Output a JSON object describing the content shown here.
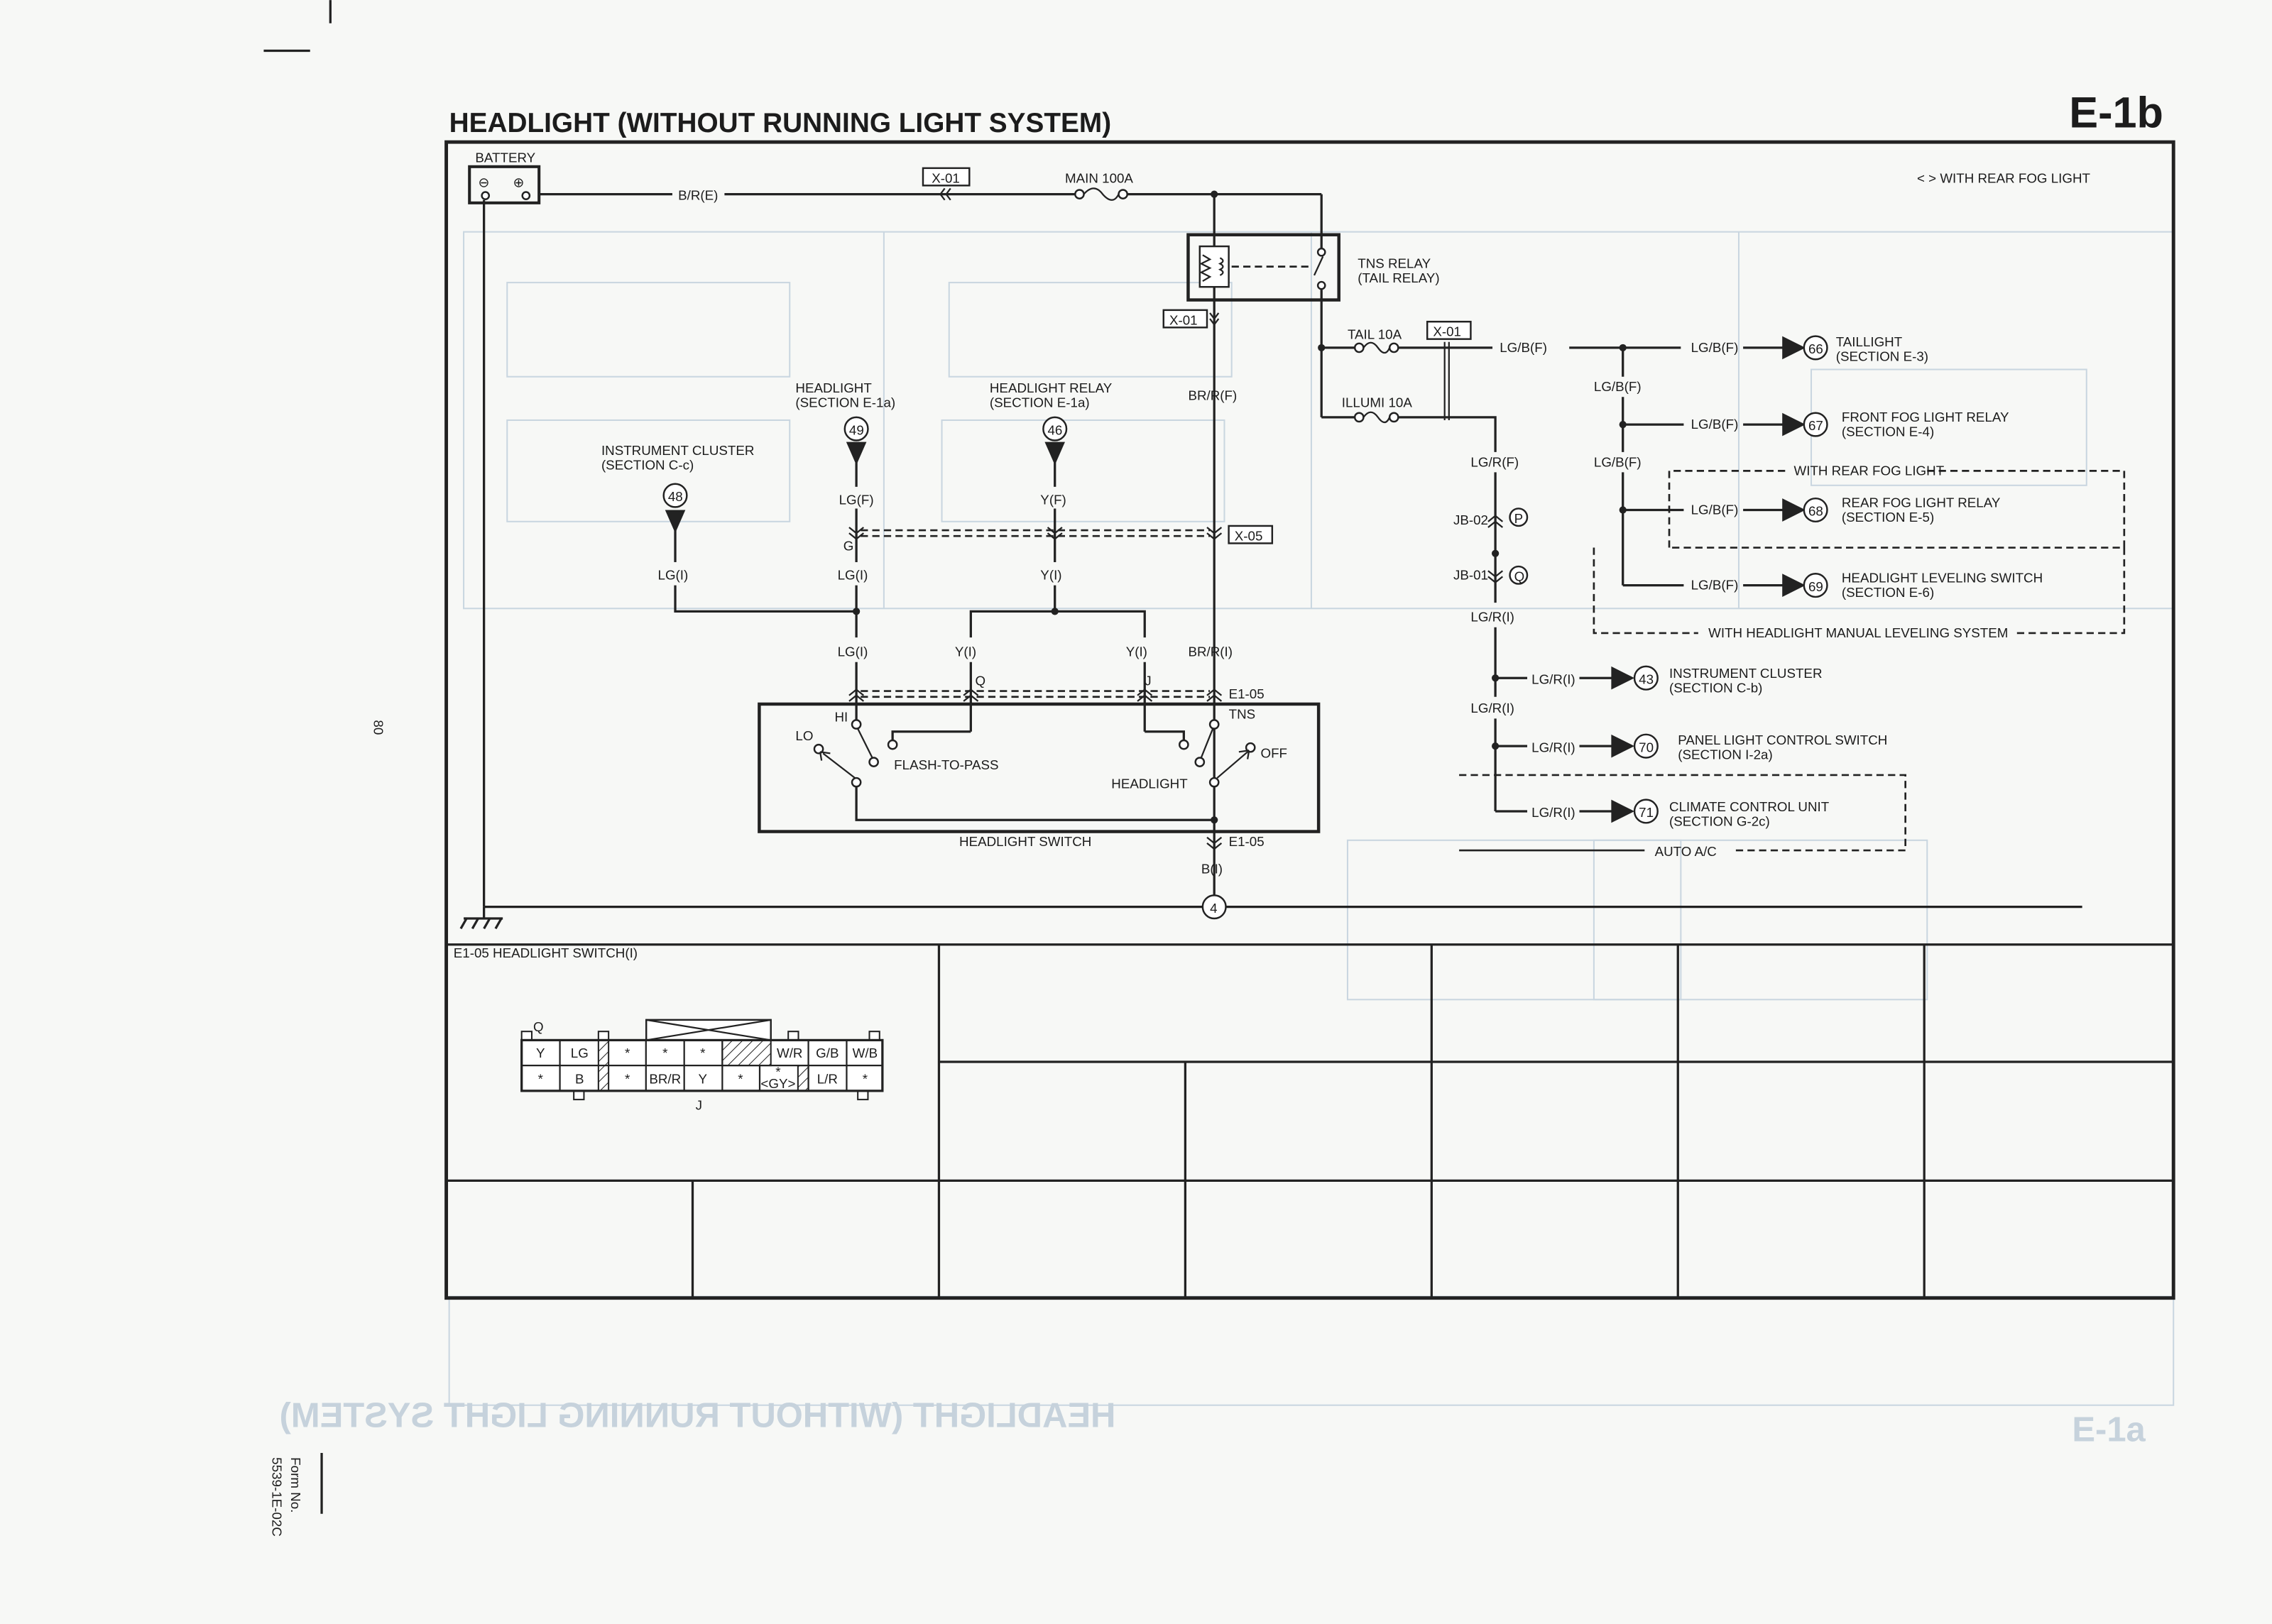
{
  "header": {
    "title": "HEADLIGHT (WITHOUT RUNNING LIGHT SYSTEM)",
    "page_code": "E-1b",
    "page_number": "80",
    "form_no_label": "Form No.",
    "form_no": "5539-1E-02C",
    "mirror_title": "HEADLIGHT (WITHOUT RUNNING LIGHT SYSTEM)",
    "mirror_code": "E-1a"
  },
  "legend": {
    "rear_fog_note": "< > WITH REAR FOG LIGHT"
  },
  "battery": {
    "label": "BATTERY",
    "neg": "⊖",
    "pos": "⊕"
  },
  "wires": {
    "br_r_e": "B/R(E)",
    "x01_a": "X-01",
    "main_fuse": "MAIN 100A",
    "x01_b": "X-01",
    "br_r_f": "BR/R(F)",
    "x05": "X-05",
    "lg_f": "LG(F)",
    "y_f": "Y(F)",
    "g": "G",
    "lg_i_1": "LG(I)",
    "lg_i_2": "LG(I)",
    "y_i_1": "Y(I)",
    "lg_i_3": "LG(I)",
    "y_i_2": "Y(I)",
    "y_i_3": "Y(I)",
    "br_r_i": "BR/R(I)",
    "q": "Q",
    "j": "J",
    "e1_05_top": "E1-05",
    "e1_05_bot": "E1-05",
    "b_i": "B(I)",
    "ground_ref": "4",
    "tail_fuse": "TAIL 10A",
    "x01_c": "X-01",
    "illumi_fuse": "ILLUMI 10A",
    "lg_b_f_1": "LG/B(F)",
    "lg_b_f_2": "LG/B(F)",
    "lg_b_f_3": "LG/B(F)",
    "lg_b_f_4": "LG/B(F)",
    "lg_b_f_5": "LG/B(F)",
    "lg_b_f_6": "LG/B(F)",
    "lg_b_f_7": "LG/B(F)",
    "lg_r_f": "LG/R(F)",
    "jb02": "JB-02",
    "jb02_pin": "P",
    "jb01": "JB-01",
    "jb01_pin": "Q",
    "lg_r_i_1": "LG/R(I)",
    "lg_r_i_2": "LG/R(I)",
    "lg_r_i_3": "LG/R(I)",
    "lg_r_i_4": "LG/R(I)",
    "lg_r_i_5": "LG/R(I)"
  },
  "relay": {
    "name": "TNS RELAY",
    "alt": "(TAIL RELAY)"
  },
  "refs_left": [
    {
      "num": "48",
      "name": "INSTRUMENT CLUSTER",
      "section": "(SECTION C-c)"
    },
    {
      "num": "49",
      "name": "HEADLIGHT",
      "section": "(SECTION E-1a)"
    },
    {
      "num": "46",
      "name": "HEADLIGHT RELAY",
      "section": "(SECTION E-1a)"
    }
  ],
  "refs_right": [
    {
      "num": "66",
      "name": "TAILLIGHT",
      "section": "(SECTION E-3)"
    },
    {
      "num": "67",
      "name": "FRONT FOG LIGHT RELAY",
      "section": "(SECTION E-4)"
    },
    {
      "num": "68",
      "name": "REAR FOG LIGHT RELAY",
      "section": "(SECTION E-5)"
    },
    {
      "num": "69",
      "name": "HEADLIGHT LEVELING SWITCH",
      "section": "(SECTION E-6)"
    },
    {
      "num": "43",
      "name": "INSTRUMENT CLUSTER",
      "section": "(SECTION C-b)"
    },
    {
      "num": "70",
      "name": "PANEL LIGHT CONTROL SWITCH",
      "section": "(SECTION I-2a)"
    },
    {
      "num": "71",
      "name": "CLIMATE CONTROL UNIT",
      "section": "(SECTION G-2c)"
    }
  ],
  "option_boxes": {
    "rear_fog": "WITH REAR FOG LIGHT",
    "leveling": "WITH HEADLIGHT MANUAL LEVELING SYSTEM",
    "auto_ac": "AUTO A/C"
  },
  "switch": {
    "name": "HEADLIGHT SWITCH",
    "hi": "HI",
    "lo": "LO",
    "flash": "FLASH-TO-PASS",
    "tns": "TNS",
    "off": "OFF",
    "headlight": "HEADLIGHT"
  },
  "connector": {
    "title": "E1-05 HEADLIGHT SWITCH(I)",
    "pin_q": "Q",
    "pin_j": "J",
    "top_row": [
      "Y",
      "LG",
      "*",
      "*",
      "*",
      "W/R",
      "G/B",
      "W/B"
    ],
    "bottom_row": [
      "*",
      "B",
      "*",
      "BR/R",
      "Y",
      "*",
      "*",
      "<GY>",
      "L/R",
      "*"
    ]
  }
}
